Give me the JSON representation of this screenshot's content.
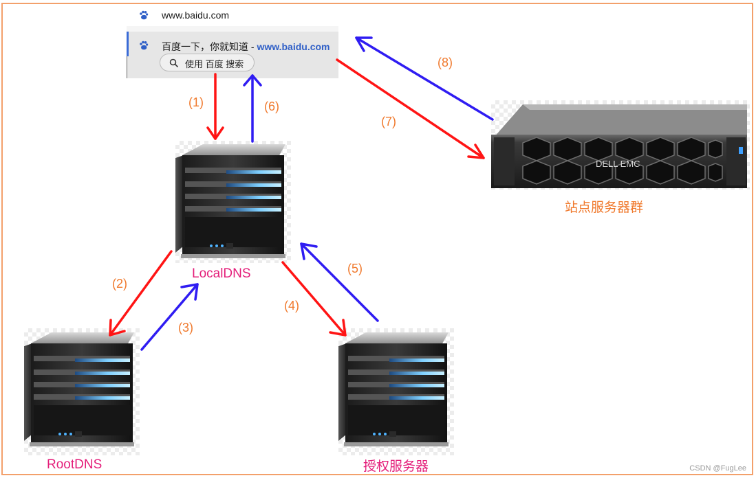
{
  "browser": {
    "suggestion_url": "www.baidu.com",
    "result_title_prefix": "百度一下，你就知道 - ",
    "result_title_domain": "www.baidu.com",
    "search_button_label": "使用 百度 搜索"
  },
  "nodes": {
    "local_dns": "LocalDNS",
    "root_dns": "RootDNS",
    "auth_server": "授权服务器",
    "site_servers": "站点服务器群"
  },
  "server_brand": "DELL EMC",
  "steps": {
    "s1": "(1)",
    "s2": "(2)",
    "s3": "(3)",
    "s4": "(4)",
    "s5": "(5)",
    "s6": "(6)",
    "s7": "(7)",
    "s8": "(8)"
  },
  "colors": {
    "request_arrow": "#ff1414",
    "response_arrow": "#2f1cf2",
    "node_label_pink": "#e41e7a",
    "step_label_orange": "#f07a2e",
    "frame_border": "#f3a06b"
  },
  "watermark": "CSDN @FugLee"
}
